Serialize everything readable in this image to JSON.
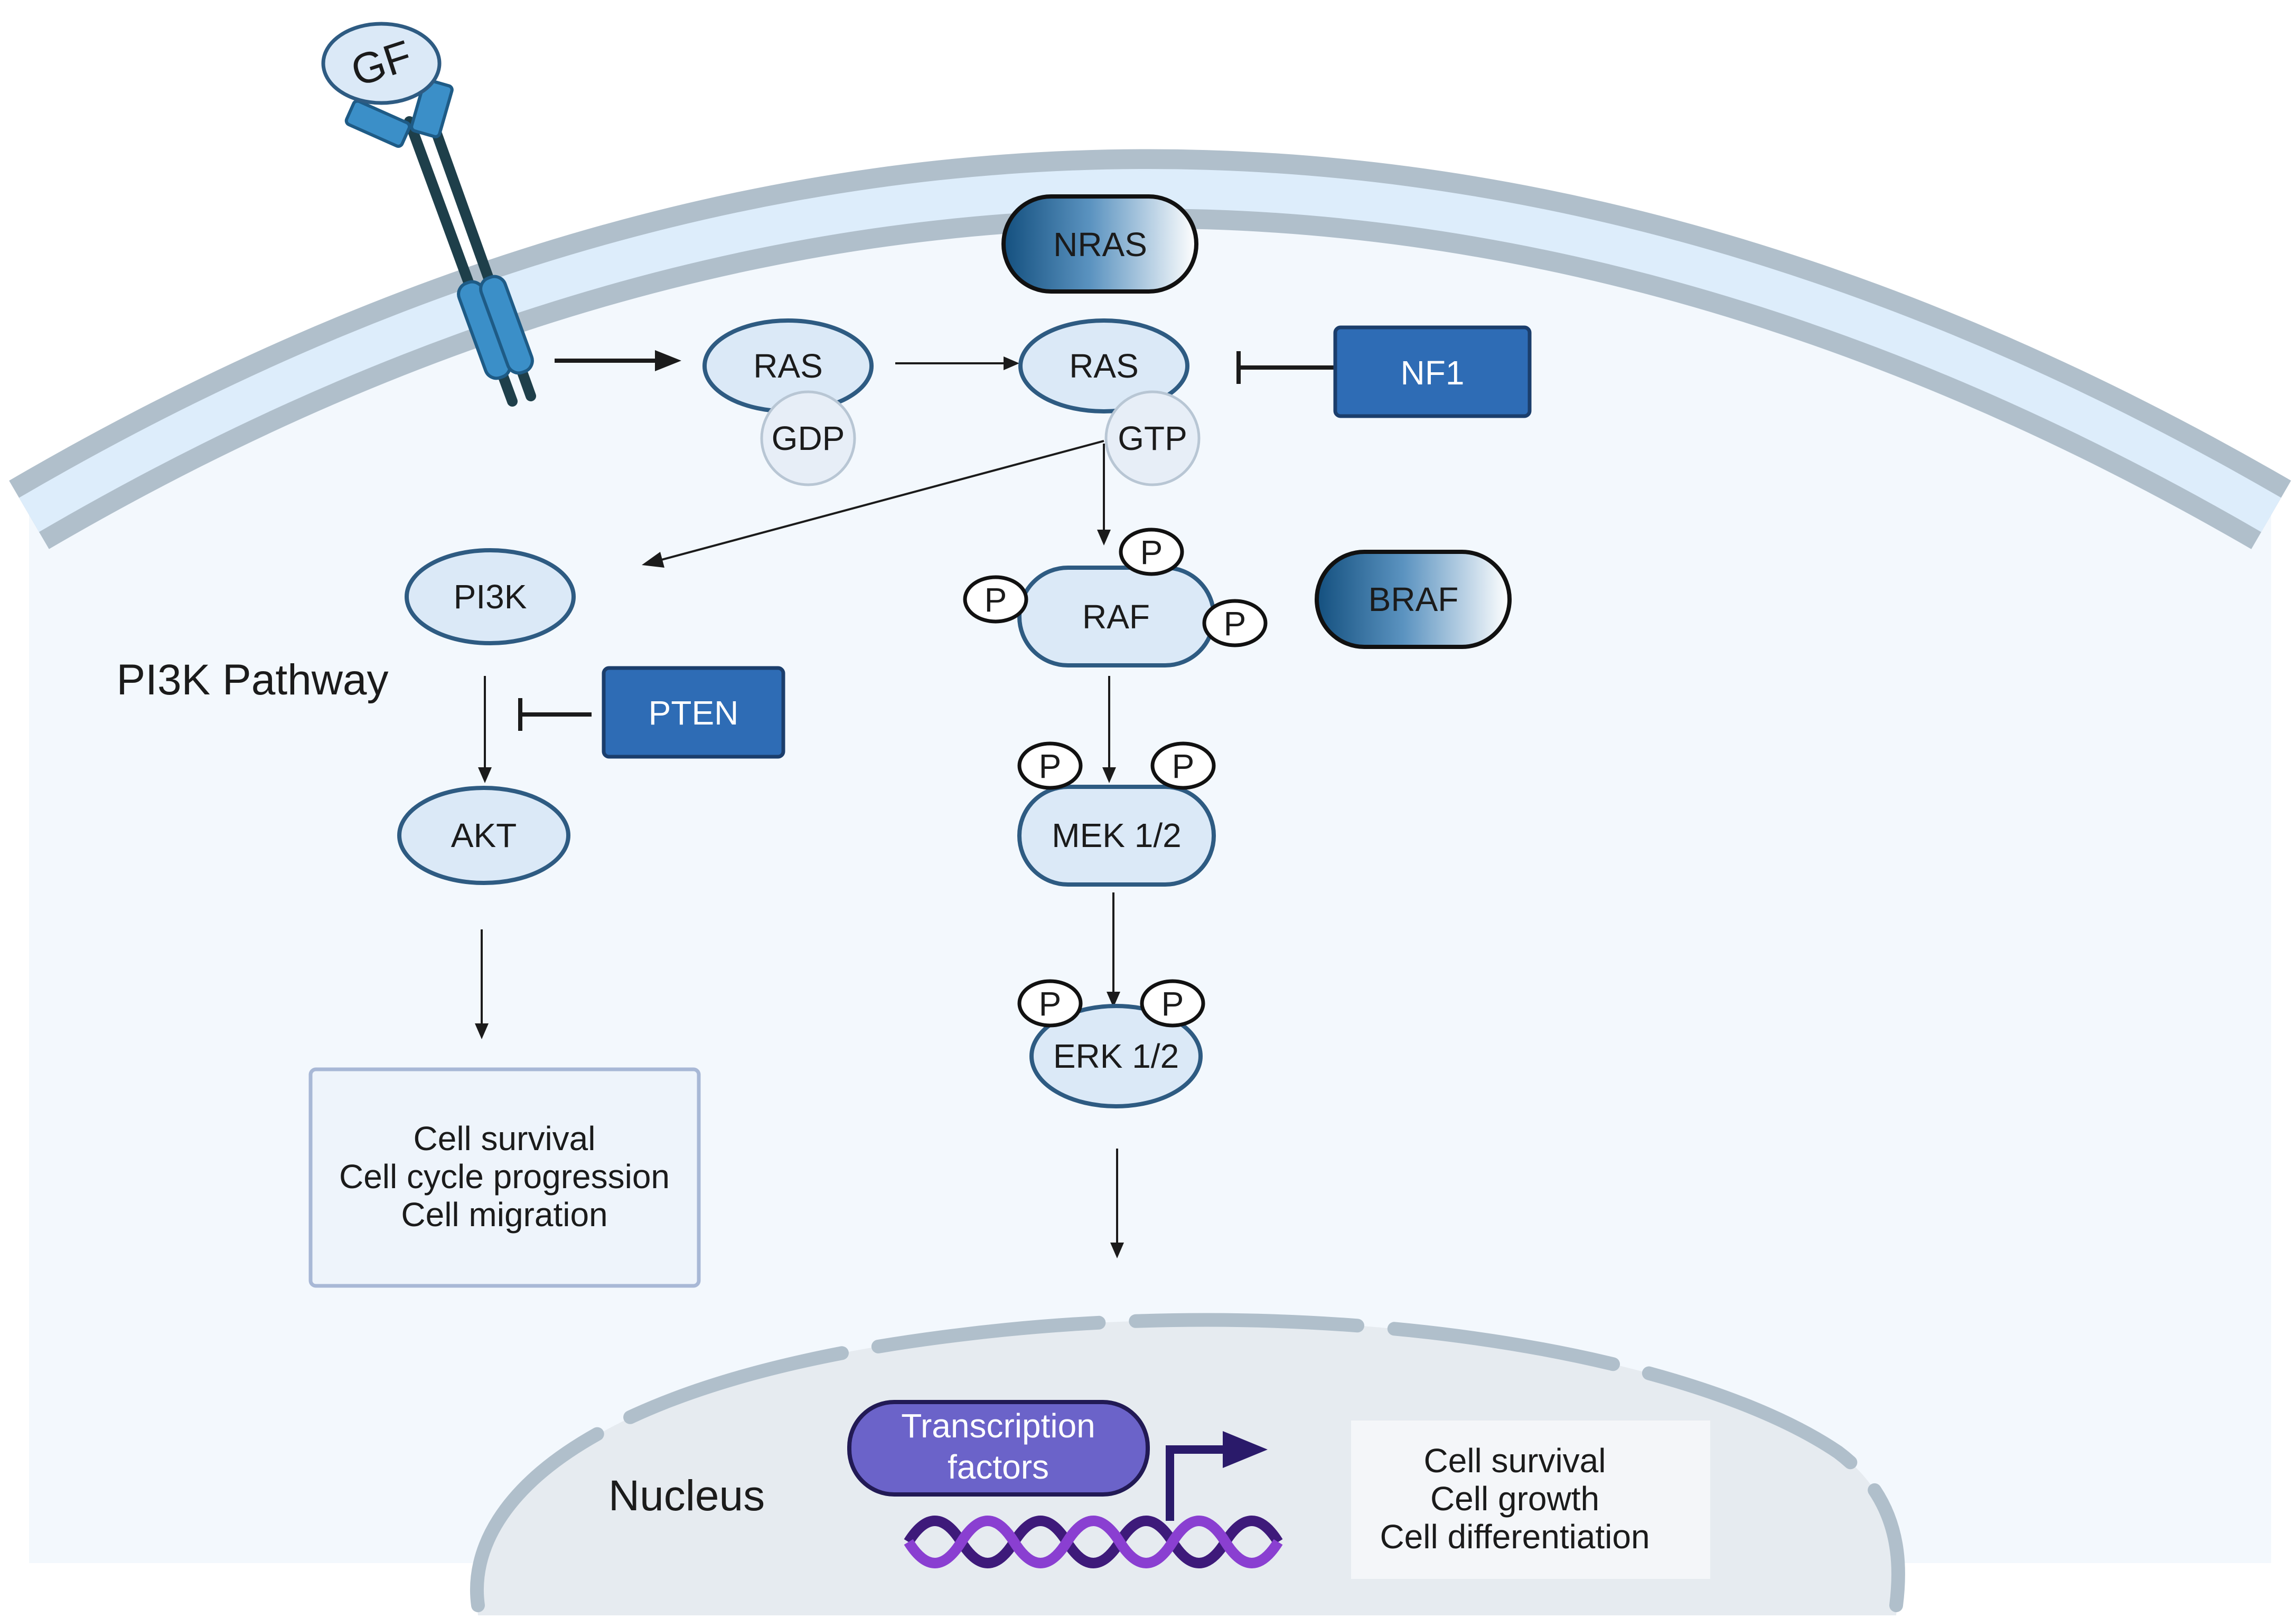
{
  "diagram": {
    "ligand": "GF",
    "receptor": "",
    "ras_gdp": {
      "protein": "RAS",
      "nucleotide": "GDP"
    },
    "ras_gtp": {
      "protein": "RAS",
      "nucleotide": "GTP"
    },
    "nras": "NRAS",
    "nf1": "NF1",
    "braf": "BRAF",
    "raf": "RAF",
    "mek": "MEK 1/2",
    "erk": "ERK 1/2",
    "phospho": "P",
    "pi3k": "PI3K",
    "pi3k_pathway_label": "PI3K Pathway",
    "pten": "PTEN",
    "akt": "AKT",
    "akt_outcomes": [
      "Cell survival",
      "Cell cycle progression",
      "Cell migration"
    ],
    "nucleus_label": "Nucleus",
    "transcription_factors": [
      "Transcription",
      "factors"
    ],
    "erk_outcomes": [
      "Cell survival",
      "Cell growth",
      "Cell differentiation"
    ],
    "colors": {
      "membrane": "#b0bfcb",
      "membrane_inner": "#ddedfb",
      "cytoplasm": "#f3f8fd",
      "protein_fill": "#dbe9f7",
      "protein_stroke": "#2e5b82",
      "inhibitor_fill": "#2e6cb5",
      "mutant_gradient_start": "#1a5a93",
      "mutant_gradient_end": "#ffffff",
      "nucleus_fill": "#e6ebf0",
      "transcription_factor": "#6b63c9",
      "dna_dark": "#3e1a7a",
      "dna_light": "#8a3fd1"
    }
  }
}
